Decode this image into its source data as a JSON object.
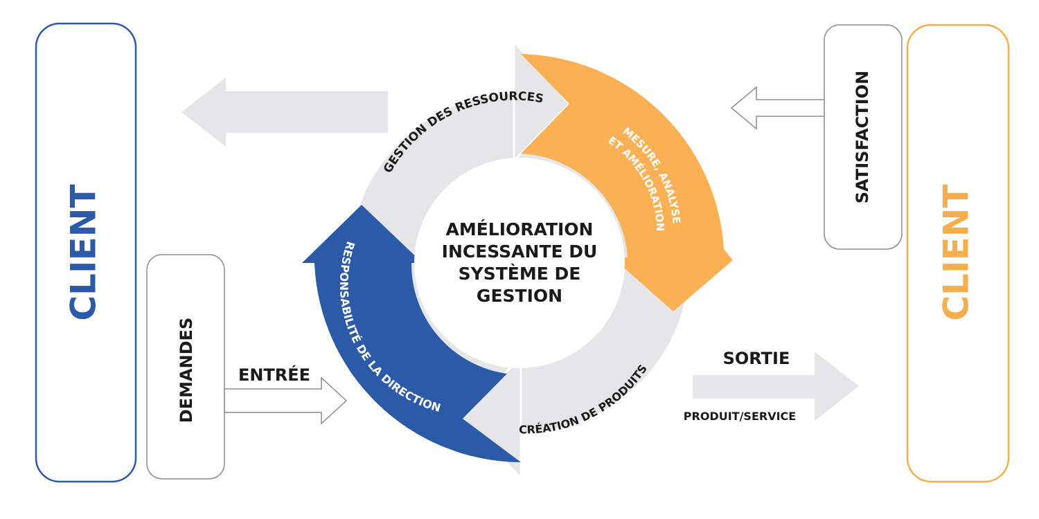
{
  "client_left": {
    "label": "CLIENT",
    "color": "#2a5aa8"
  },
  "client_right": {
    "label": "CLIENT",
    "color": "#f6ae4c"
  },
  "demandes": {
    "label": "DEMANDES"
  },
  "satisfaction": {
    "label": "SATISFACTION"
  },
  "entree": {
    "label": "ENTRÉE"
  },
  "sortie": {
    "label": "SORTIE",
    "sublabel": "PRODUIT/SERVICE"
  },
  "cycle": {
    "center_lines": [
      "AMÉLIORATION",
      "INCESSANTE DU",
      "SYSTÈME DE",
      "GESTION"
    ],
    "gestion_ressources": "GESTION DES RESSOURCES",
    "mesure_lines": [
      "MESURE, ANALYSE",
      "ET AMÉLIORATION"
    ],
    "creation_produits": "CRÉATION DE PRODUITS",
    "responsabilite": "RESPONSABILITÉ DE LA DIRECTION"
  },
  "colors": {
    "grey_arc": "#e6e6e8",
    "orange_arc": "#fbb153",
    "blue_arc": "#2a5aa8",
    "text_dark": "#1a1a1a",
    "box_stroke": "#8c8c8c"
  }
}
